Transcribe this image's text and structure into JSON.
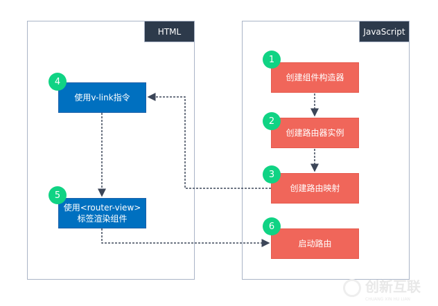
{
  "html_panel": {
    "label": "HTML",
    "steps": [
      {
        "num": "4",
        "text": "使用v-link指令"
      },
      {
        "num": "5",
        "line1": "使用<router-view>",
        "line2": "标签渲染组件"
      }
    ]
  },
  "js_panel": {
    "label": "JavaScript",
    "steps": [
      {
        "num": "1",
        "text": "创建组件构造器"
      },
      {
        "num": "2",
        "text": "创建路由器实例"
      },
      {
        "num": "3",
        "text": "创建路由映射"
      },
      {
        "num": "6",
        "text": "启动路由"
      }
    ]
  },
  "watermark": {
    "text": "创新互联",
    "sub": "CHUANG XIN HU LIAN"
  },
  "colors": {
    "blue": "#0070c0",
    "red": "#f0665a",
    "badge": "#10d384",
    "label_bg": "#2d3a4b"
  }
}
